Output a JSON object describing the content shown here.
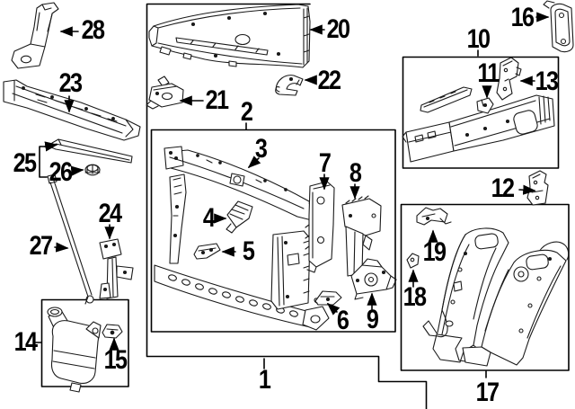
{
  "figure": {
    "background": "#ffffff",
    "line_color": "#1a1a1a",
    "label_color": "#000000",
    "type": "exploded-parts-line-diagram"
  },
  "callouts": {
    "c1": {
      "label": "1"
    },
    "c2": {
      "label": "2"
    },
    "c3": {
      "label": "3"
    },
    "c4": {
      "label": "4"
    },
    "c5": {
      "label": "5"
    },
    "c6": {
      "label": "6"
    },
    "c7": {
      "label": "7"
    },
    "c8": {
      "label": "8"
    },
    "c9": {
      "label": "9"
    },
    "c10": {
      "label": "10"
    },
    "c11": {
      "label": "11"
    },
    "c12": {
      "label": "12"
    },
    "c13": {
      "label": "13"
    },
    "c14": {
      "label": "14"
    },
    "c15": {
      "label": "15"
    },
    "c16": {
      "label": "16"
    },
    "c17": {
      "label": "17"
    },
    "c18": {
      "label": "18"
    },
    "c19": {
      "label": "19"
    },
    "c20": {
      "label": "20"
    },
    "c21": {
      "label": "21"
    },
    "c22": {
      "label": "22"
    },
    "c23": {
      "label": "23"
    },
    "c24": {
      "label": "24"
    },
    "c25": {
      "label": "25"
    },
    "c26": {
      "label": "26"
    },
    "c27": {
      "label": "27"
    },
    "c28": {
      "label": "28"
    }
  }
}
